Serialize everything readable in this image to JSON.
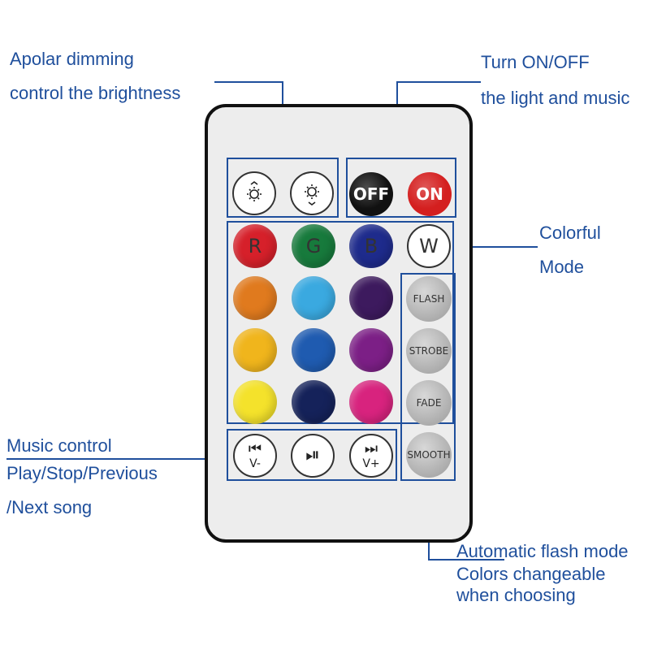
{
  "annotations": {
    "dimming": [
      "Apolar dimming",
      "control the brightness"
    ],
    "power": [
      "Turn ON/OFF",
      "the light and music"
    ],
    "colorful": [
      "Colorful",
      "Mode"
    ],
    "music": [
      "Music control",
      "Play/Stop/Previous",
      "/Next song"
    ],
    "flash": [
      "Automatic flash mode",
      "Colors changeable",
      "when choosing"
    ]
  },
  "remote": {
    "dimming_icons": [
      "brightness-up-icon",
      "brightness-down-icon"
    ],
    "power": {
      "off": "OFF",
      "on": "ON"
    },
    "rgb_labels": [
      "R",
      "G",
      "B",
      "W"
    ],
    "color_grid": [
      "#e07a1e",
      "#3aa9e0",
      "#3d1a5e",
      "#f0b51c",
      "#1f5bb0",
      "#7c1f86",
      "#f4e22b",
      "#15225a",
      "#d8237e"
    ],
    "base_colors": {
      "R": "#d6202a",
      "G": "#177a3c",
      "B": "#1e2b8c"
    },
    "modes": [
      "FLASH",
      "STROBE",
      "FADE",
      "SMOOTH"
    ],
    "media": [
      {
        "icon": "previous-icon",
        "symbol": "⏮",
        "sub": "V-"
      },
      {
        "icon": "play-pause-icon",
        "symbol": "⏯",
        "sub": ""
      },
      {
        "icon": "next-icon",
        "symbol": "⏭",
        "sub": "V+"
      }
    ]
  },
  "colors": {
    "annotation": "#1f4f9c",
    "off_button": "#111111",
    "on_button": "#d41f1f"
  }
}
